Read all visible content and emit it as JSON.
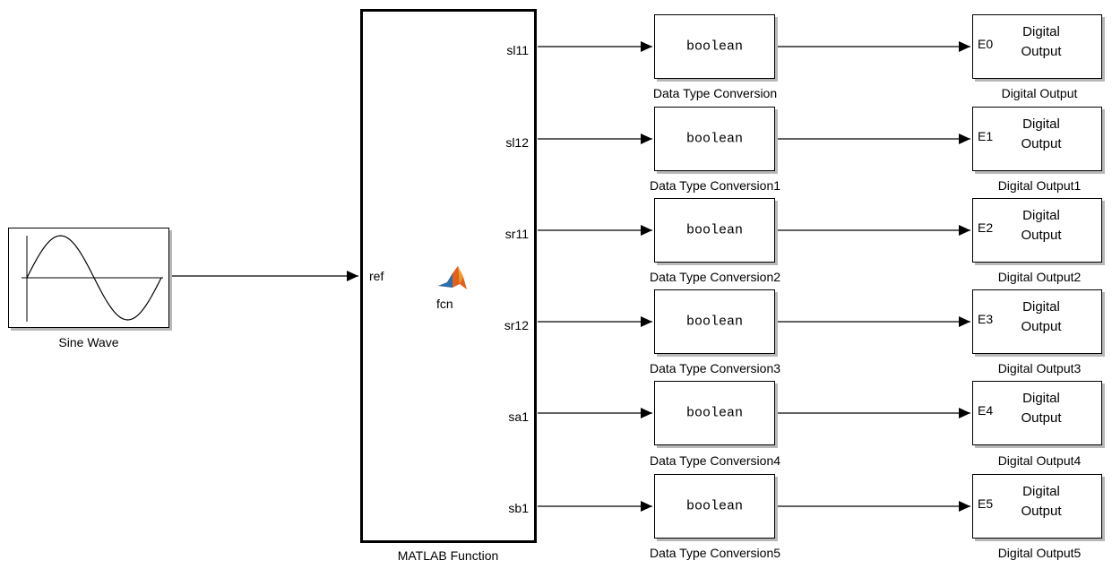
{
  "source": {
    "label": "Sine Wave"
  },
  "function_block": {
    "label": "MATLAB Function",
    "fcn_label": "fcn",
    "input_port": "ref",
    "output_ports": [
      "sl11",
      "sl12",
      "sr11",
      "sr12",
      "sa1",
      "sb1"
    ]
  },
  "converters": [
    {
      "text": "boolean",
      "label": "Data Type Conversion"
    },
    {
      "text": "boolean",
      "label": "Data Type Conversion1"
    },
    {
      "text": "boolean",
      "label": "Data Type Conversion2"
    },
    {
      "text": "boolean",
      "label": "Data Type Conversion3"
    },
    {
      "text": "boolean",
      "label": "Data Type Conversion4"
    },
    {
      "text": "boolean",
      "label": "Data Type Conversion5"
    }
  ],
  "outputs": [
    {
      "port": "E0",
      "title_line1": "Digital",
      "title_line2": "Output",
      "label": "Digital Output"
    },
    {
      "port": "E1",
      "title_line1": "Digital",
      "title_line2": "Output",
      "label": "Digital Output1"
    },
    {
      "port": "E2",
      "title_line1": "Digital",
      "title_line2": "Output",
      "label": "Digital Output2"
    },
    {
      "port": "E3",
      "title_line1": "Digital",
      "title_line2": "Output",
      "label": "Digital Output3"
    },
    {
      "port": "E4",
      "title_line1": "Digital",
      "title_line2": "Output",
      "label": "Digital Output4"
    },
    {
      "port": "E5",
      "title_line1": "Digital",
      "title_line2": "Output",
      "label": "Digital Output5"
    }
  ],
  "colors": {
    "line": "#000000",
    "block_shadow": "#b8b8b8",
    "matlab_logo_orange": "#e0601c",
    "matlab_logo_blue": "#2a6fb0"
  }
}
